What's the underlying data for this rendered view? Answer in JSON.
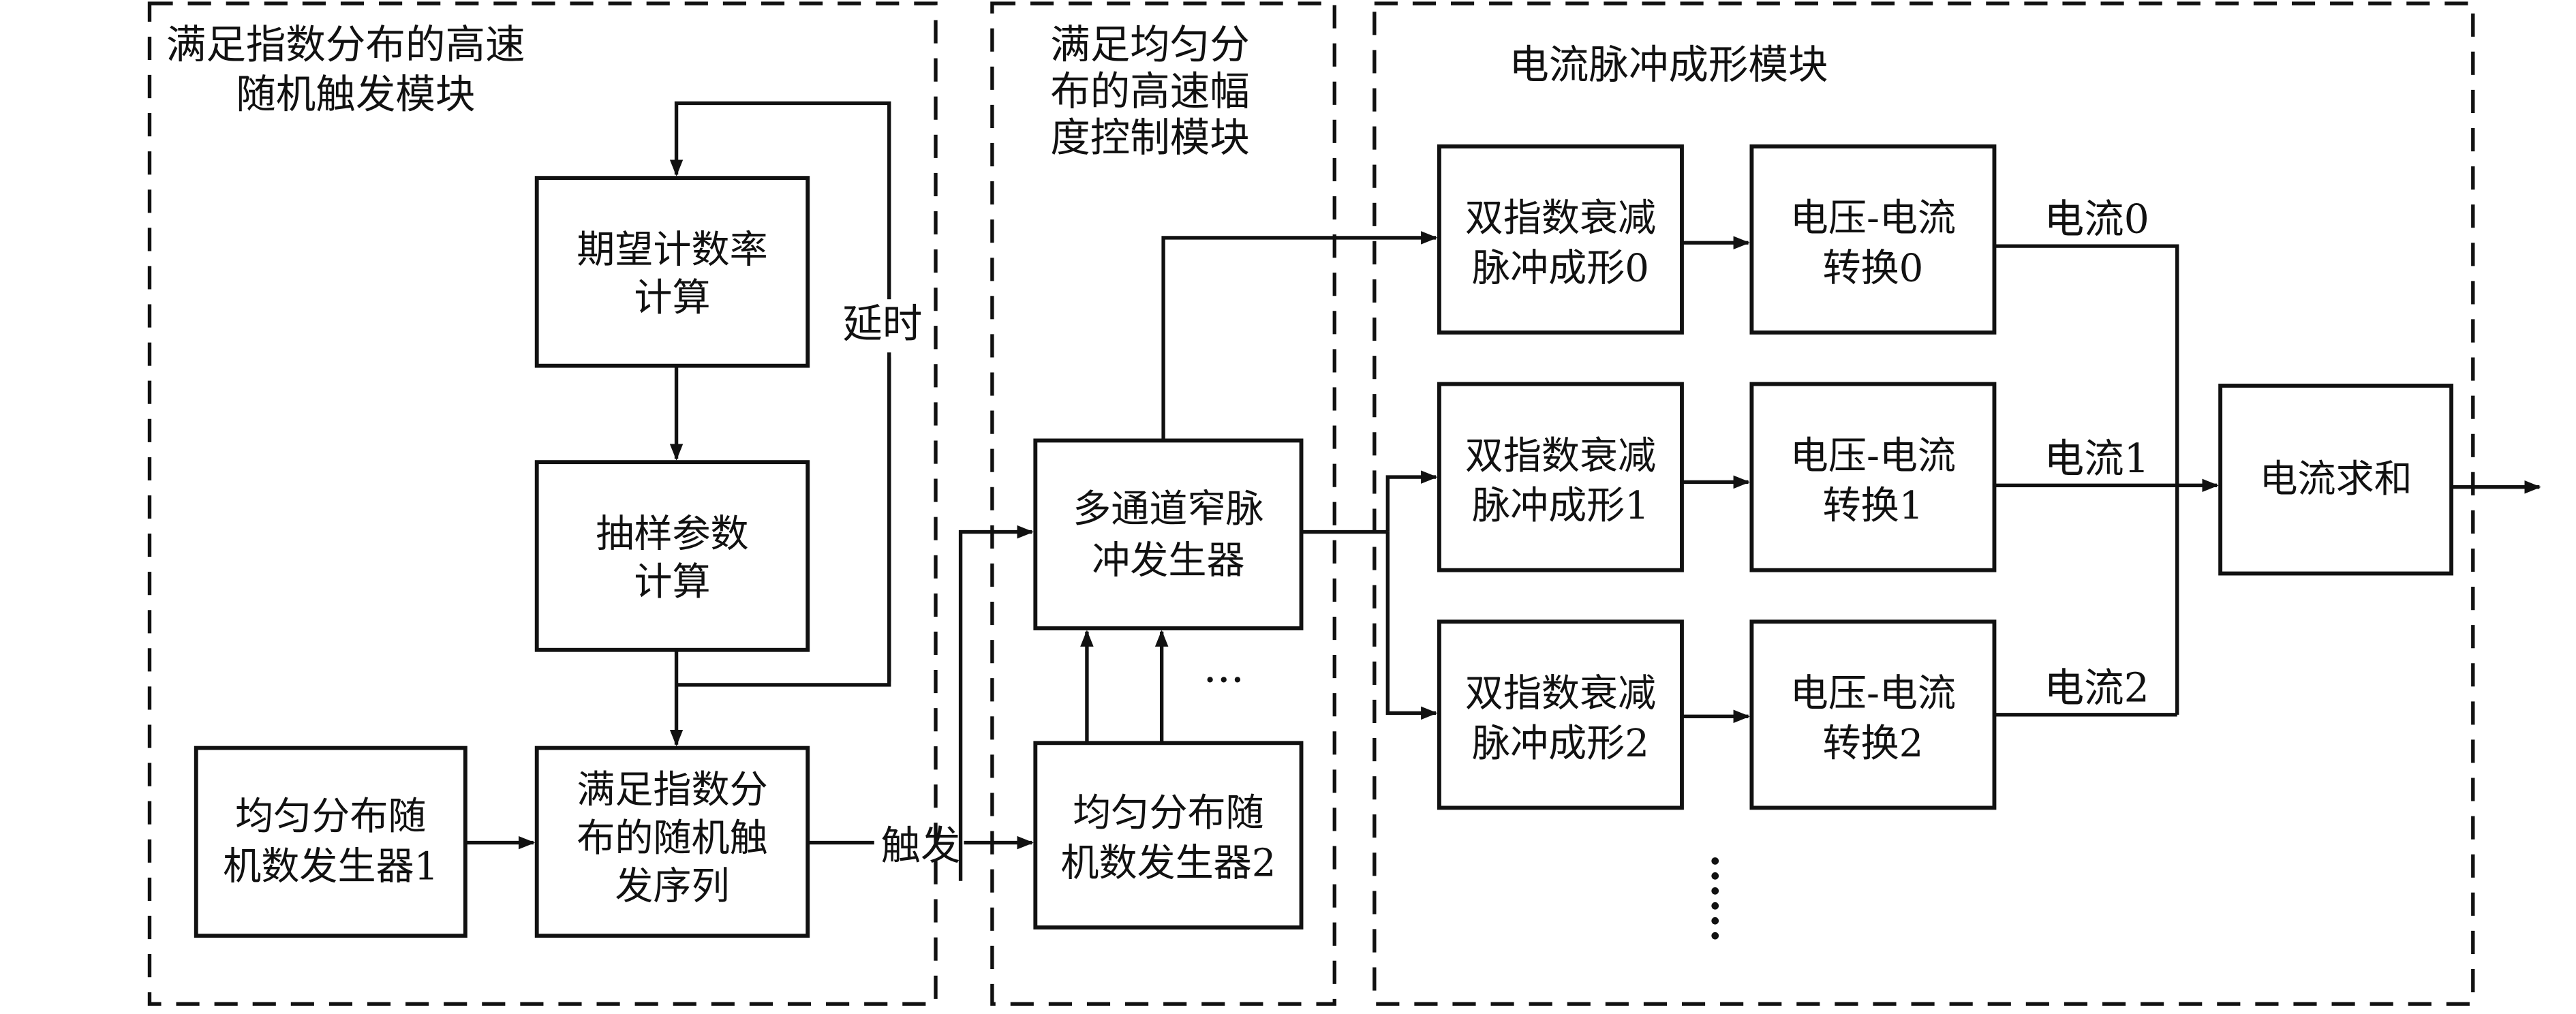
{
  "modules": {
    "random_trigger": {
      "title_line1": "满足指数分布的高速",
      "title_line2": "随机触发模块"
    },
    "amplitude_control": {
      "title_line1": "满足均匀分",
      "title_line2": "布的高速幅",
      "title_line3": "度控制模块"
    },
    "pulse_shaping": {
      "title": "电流脉冲成形模块"
    }
  },
  "blocks": {
    "expected_rate": {
      "line1": "期望计数率",
      "line2": "计算"
    },
    "sampling_params": {
      "line1": "抽样参数",
      "line2": "计算"
    },
    "trigger_sequence": {
      "line1": "满足指数分",
      "line2": "布的随机触",
      "line3": "发序列"
    },
    "rng1": {
      "line1": "均匀分布随",
      "line2": "机数发生器1"
    },
    "narrow_pulse": {
      "line1": "多通道窄脉",
      "line2": "冲发生器"
    },
    "rng2": {
      "line1": "均匀分布随",
      "line2": "机数发生器2"
    },
    "shaping": [
      {
        "line1": "双指数衰减",
        "line2": "脉冲成形0"
      },
      {
        "line1": "双指数衰减",
        "line2": "脉冲成形1"
      },
      {
        "line1": "双指数衰减",
        "line2": "脉冲成形2"
      }
    ],
    "v2i": [
      {
        "line1": "电压-电流",
        "line2": "转换0"
      },
      {
        "line1": "电压-电流",
        "line2": "转换1"
      },
      {
        "line1": "电压-电流",
        "line2": "转换2"
      }
    ],
    "current_sum": {
      "label": "电流求和"
    }
  },
  "edge_labels": {
    "delay": "延时",
    "trigger": "触发",
    "current": [
      "电流0",
      "电流1",
      "电流2"
    ],
    "ellipsis_h": "···",
    "ellipsis_v": "⋮"
  }
}
